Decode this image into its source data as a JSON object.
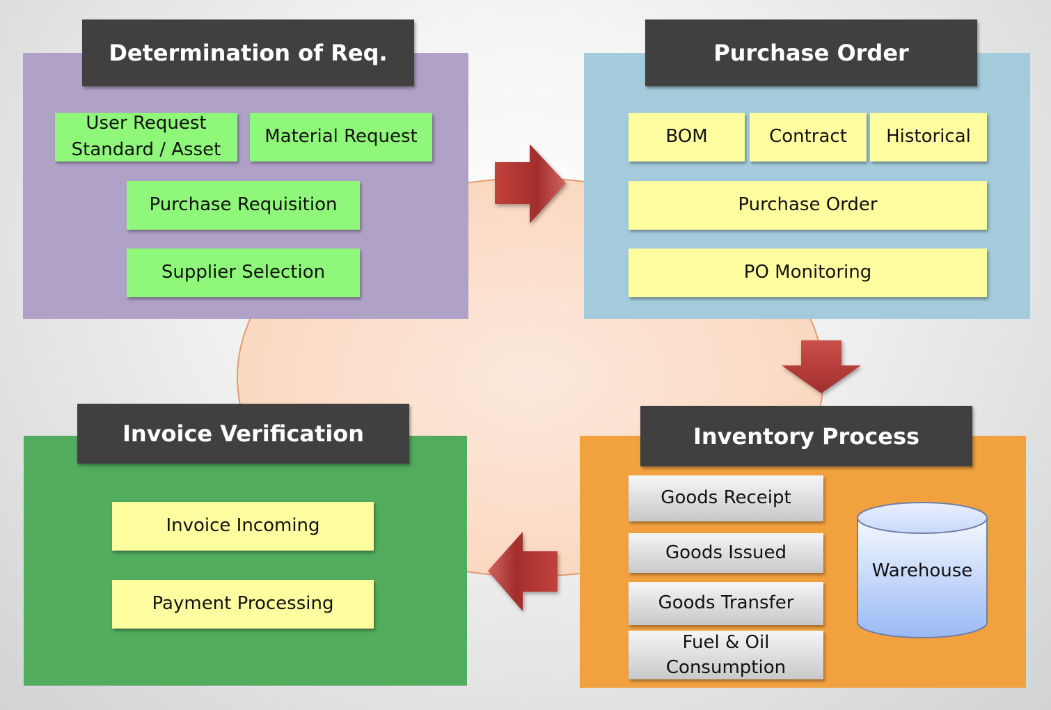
{
  "sections": {
    "determination": {
      "title": "Determination of Req.",
      "items": [
        "User Request\nStandard / Asset",
        "Material Request",
        "Purchase Requisition",
        "Supplier Selection"
      ]
    },
    "purchase_order": {
      "title": "Purchase Order",
      "items": [
        "BOM",
        "Contract",
        "Historical",
        "Purchase Order",
        "PO Monitoring"
      ]
    },
    "inventory": {
      "title": "Inventory Process",
      "items": [
        "Goods Receipt",
        "Goods Issued",
        "Goods Transfer",
        "Fuel & Oil\nConsumption"
      ],
      "storage": "Warehouse"
    },
    "invoice": {
      "title": "Invoice Verification",
      "items": [
        "Invoice Incoming",
        "Payment Processing"
      ]
    }
  },
  "colors": {
    "purple_panel": "#b0a2c7",
    "blue_panel": "#a4cbdb",
    "green_panel": "#51ac5e",
    "orange_panel": "#f2a13f",
    "header": "#404040",
    "green_box": "#8ff77a",
    "yellow_box": "#fefea0",
    "arrow": "#b93a36",
    "cylinder": "#a9c6f7"
  },
  "arrows": [
    "right-arrow",
    "down-arrow",
    "left-arrow"
  ]
}
